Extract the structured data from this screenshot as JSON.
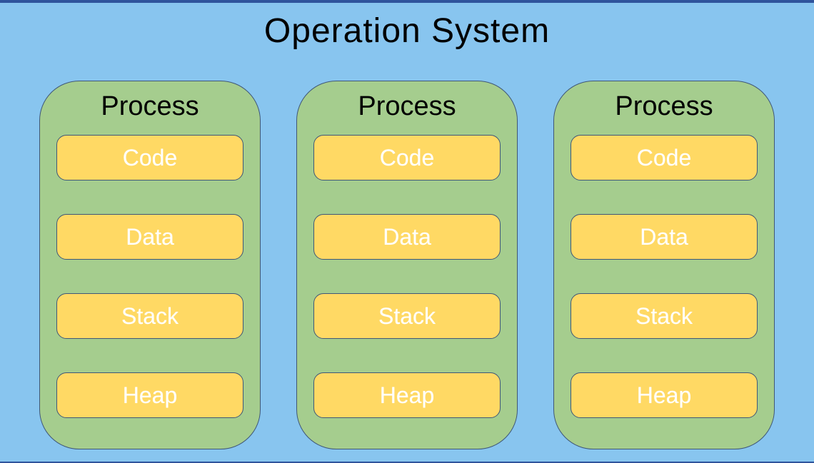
{
  "title": "Operation System",
  "colors": {
    "background": "#88C5EF",
    "frame_bar": "#2F549C",
    "process_fill": "#A5CD8E",
    "segment_fill": "#FFD964",
    "outline": "#3F5778",
    "title_text": "#000000",
    "segment_text": "#FFFFFF"
  },
  "processes": [
    {
      "label": "Process",
      "segments": [
        "Code",
        "Data",
        "Stack",
        "Heap"
      ]
    },
    {
      "label": "Process",
      "segments": [
        "Code",
        "Data",
        "Stack",
        "Heap"
      ]
    },
    {
      "label": "Process",
      "segments": [
        "Code",
        "Data",
        "Stack",
        "Heap"
      ]
    }
  ]
}
